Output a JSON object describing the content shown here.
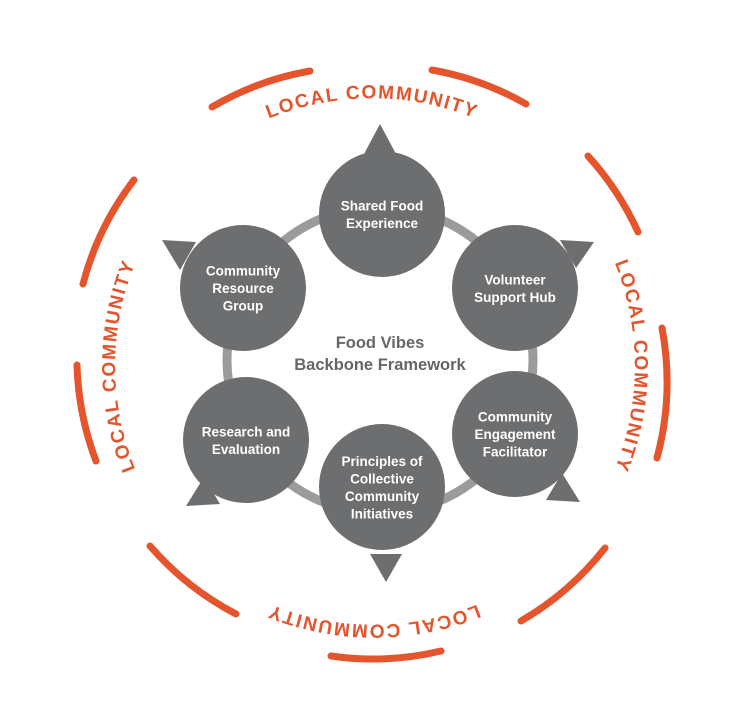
{
  "colors": {
    "accent": "#e4552d",
    "node_fill": "#6d6e70",
    "ring_gray": "#9a9b9d",
    "title_gray": "#666666"
  },
  "center": {
    "title_lines": [
      "Food Vibes",
      "Backbone Framework"
    ]
  },
  "outer_ring": {
    "labels": [
      "LOCAL COMMUNITY",
      "LOCAL COMMUNITY",
      "LOCAL COMMUNITY",
      "LOCAL COMMUNITY"
    ]
  },
  "nodes": [
    {
      "id": "shared-food-experience",
      "lines": [
        "Shared Food",
        "Experience"
      ]
    },
    {
      "id": "volunteer-support-hub",
      "lines": [
        "Volunteer",
        "Support Hub"
      ]
    },
    {
      "id": "community-engagement-facilitator",
      "lines": [
        "Community",
        "Engagement",
        "Facilitator"
      ]
    },
    {
      "id": "principles-of-collective-community-initiatives",
      "lines": [
        "Principles of",
        "Collective",
        "Community",
        "Initiatives"
      ]
    },
    {
      "id": "research-and-evaluation",
      "lines": [
        "Research and",
        "Evaluation"
      ]
    },
    {
      "id": "community-resource-group",
      "lines": [
        "Community",
        "Resource",
        "Group"
      ]
    }
  ]
}
